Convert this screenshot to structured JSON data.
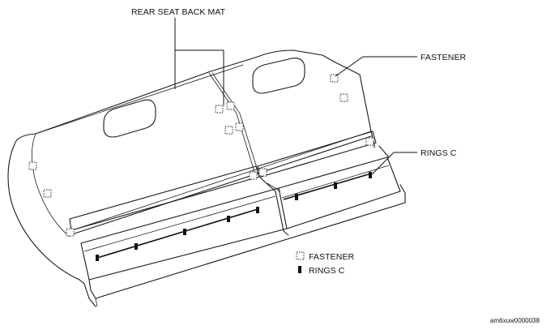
{
  "labels": {
    "rear_seat_back_mat": "REAR SEAT BACK MAT",
    "fastener": "FASTENER",
    "rings_c": "RINGS C"
  },
  "legend": {
    "fastener": "FASTENER",
    "rings_c": "RINGS C"
  },
  "image_code": "am6xuw0000038"
}
